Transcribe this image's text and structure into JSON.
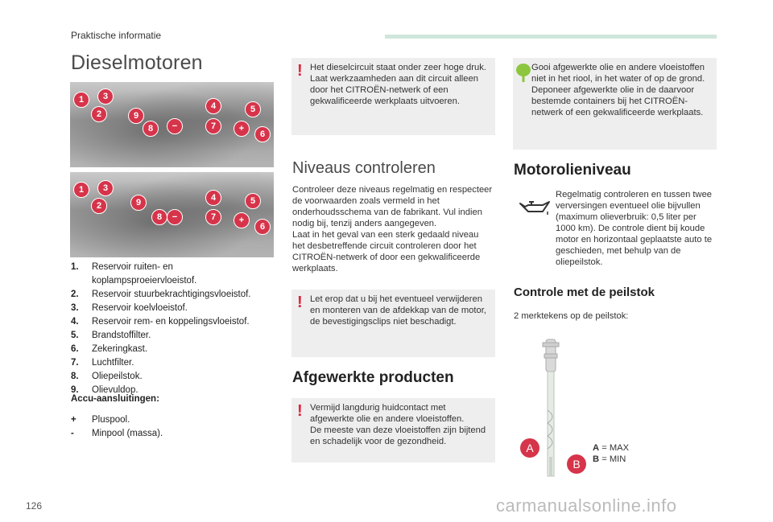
{
  "header": {
    "section_label": "Praktische informatie"
  },
  "page": {
    "title": "Dieselmotoren",
    "number": "126"
  },
  "engine_callouts": [
    "1",
    "2",
    "3",
    "4",
    "5",
    "6",
    "7",
    "8",
    "9",
    "−",
    "+"
  ],
  "legend": [
    {
      "num": "1.",
      "text": "Reservoir ruiten- en koplampsproeiervloeistof."
    },
    {
      "num": "2.",
      "text": "Reservoir stuurbekrachtigingsvloeistof."
    },
    {
      "num": "3.",
      "text": "Reservoir koelvloeistof."
    },
    {
      "num": "4.",
      "text": "Reservoir rem- en koppelingsvloeistof."
    },
    {
      "num": "5.",
      "text": "Brandstoffilter."
    },
    {
      "num": "6.",
      "text": "Zekeringkast."
    },
    {
      "num": "7.",
      "text": "Luchtfilter."
    },
    {
      "num": "8.",
      "text": "Oliepeilstok."
    },
    {
      "num": "9.",
      "text": "Olievuldop."
    }
  ],
  "battery": {
    "title": "Accu-aansluitingen:",
    "items": [
      {
        "sym": "+",
        "text": "Pluspool."
      },
      {
        "sym": "-",
        "text": "Minpool (massa)."
      }
    ]
  },
  "warnings": {
    "diesel_circuit": "Het dieselcircuit staat onder zeer hoge druk. Laat werkzaamheden aan dit circuit alleen door het CITROËN-netwerk of een gekwalificeerde werkplaats uitvoeren.",
    "disposal": "Gooi afgewerkte olie en andere vloeistoffen niet in het riool, in het water of op de grond. Deponeer afgewerkte olie in de daarvoor bestemde containers bij het CITROËN-netwerk of een gekwalificeerde werkplaats.",
    "caps": "Let erop dat u bij het eventueel verwijderen en monteren van de afdekkap van de motor, de bevestigingsclips niet beschadigt.",
    "skin": "Vermijd langdurig huidcontact met afgewerkte olie en andere vloeistoffen.\nDe meeste van deze vloeistoffen zijn bijtend en schadelijk voor de gezondheid."
  },
  "levels": {
    "title": "Niveaus controleren",
    "text": "Controleer deze niveaus regelmatig en respecteer de voorwaarden zoals vermeld in het onderhoudsschema van de fabrikant. Vul indien nodig bij, tenzij anders aangegeven.\nLaat in het geval van een sterk gedaald niveau het desbetreffende circuit controleren door het CITROËN-netwerk of door een gekwalificeerde werkplaats."
  },
  "products": {
    "title": "Afgewerkte producten"
  },
  "oil": {
    "title": "Motorolieniveau",
    "text": "Regelmatig controleren en tussen twee verversingen eventueel olie bijvullen (maximum olieverbruik: 0,5 liter per 1000 km). De controle dient bij koude motor en horizontaal geplaatste auto te geschieden, met behulp van de oliepeilstok."
  },
  "dipstick": {
    "title": "Controle met de peilstok",
    "text": "2 merktekens op de peilstok:",
    "marker_a": "A",
    "marker_b": "B",
    "legend_a_key": "A",
    "legend_a_val": " = MAX",
    "legend_b_key": "B",
    "legend_b_val": " = MIN"
  },
  "watermark": "carmanualsonline.info",
  "colors": {
    "accent_red": "#d6344a",
    "eco_green": "#8cc63f",
    "box_gray": "#eeeeee",
    "rule_green": "#cfe6dc"
  }
}
